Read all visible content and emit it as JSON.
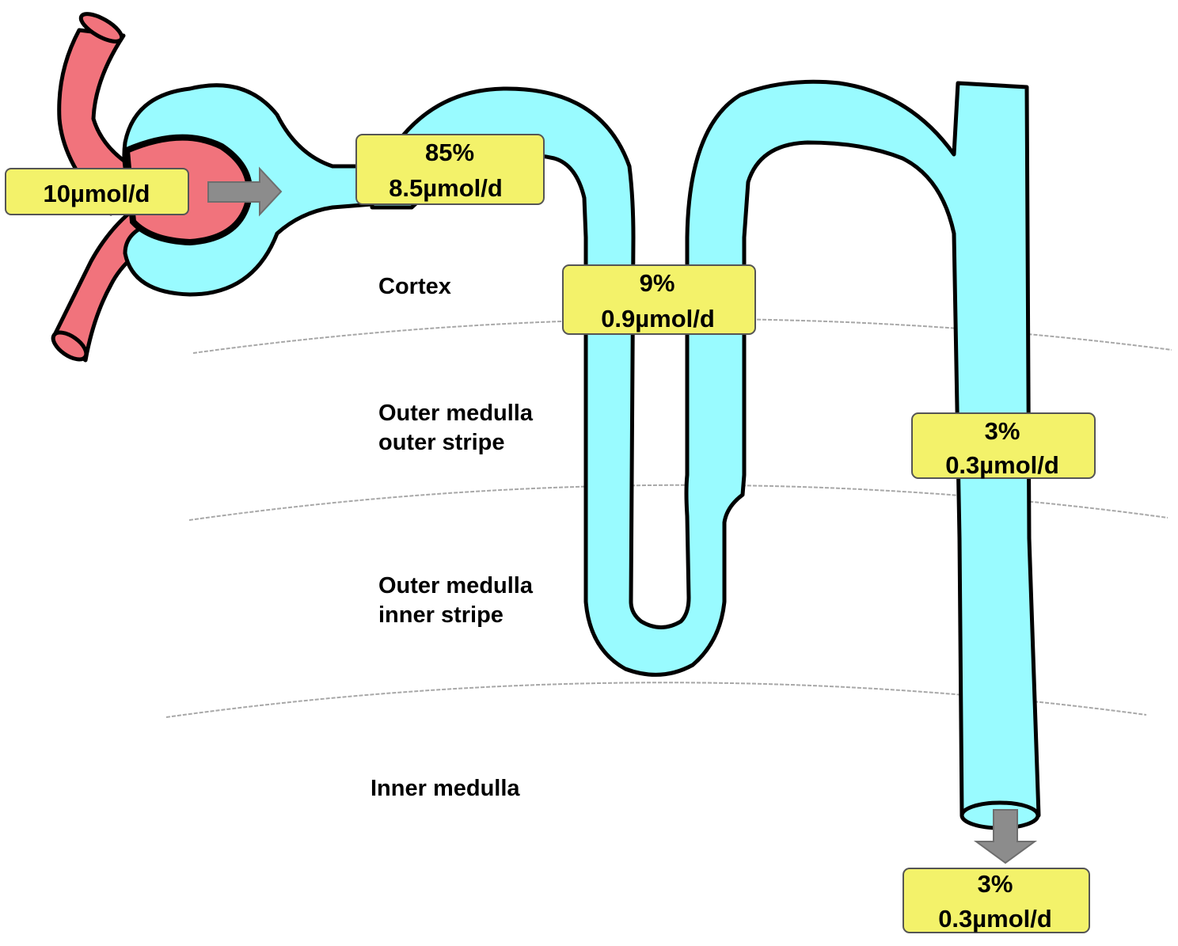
{
  "colors": {
    "tubule": "#99fbff",
    "vessel": "#f1737c",
    "box": "#f3f26a",
    "arrow": "#8c8c8c",
    "outline": "#000000",
    "zone_line": "#a8a8a8"
  },
  "zones": {
    "cortex": "Cortex",
    "outer_stripe_line1": "Outer medulla",
    "outer_stripe_line2": "outer stripe",
    "inner_stripe_line1": "Outer medulla",
    "inner_stripe_line2": "inner stripe",
    "inner_medulla": "Inner medulla"
  },
  "boxes": {
    "filtered": {
      "amount": "10µmol/d"
    },
    "proximal": {
      "percent": "85%",
      "amount": "8.5µmol/d"
    },
    "loop": {
      "percent": "9%",
      "amount": "0.9µmol/d"
    },
    "collecting": {
      "percent": "3%",
      "amount": "0.3µmol/d"
    },
    "urine": {
      "percent": "3%",
      "amount": "0.3µmol/d"
    }
  },
  "icons": {
    "filtration_arrow": "right-arrow-icon",
    "excretion_arrow": "down-arrow-icon"
  }
}
